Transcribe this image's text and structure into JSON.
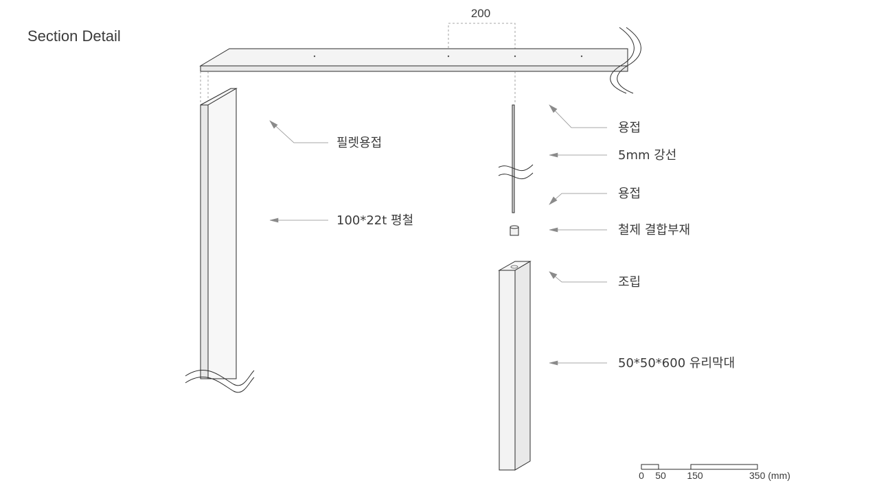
{
  "title": "Section Detail",
  "dimension": {
    "value": "200"
  },
  "callouts": {
    "fillet_weld": "필렛용접",
    "flat_bar": "100*22t 평철",
    "weld_top": "용접",
    "steel_wire": "5mm 강선",
    "weld_bottom": "용접",
    "steel_connector": "철제 결합부재",
    "assembly": "조립",
    "glass_rod": "50*50*600 유리막대"
  },
  "scale_bar": {
    "ticks": [
      "0",
      "50",
      "150",
      "350 (mm)"
    ]
  },
  "colors": {
    "line": "#2a2a2a",
    "leader": "#8a8a8a",
    "face_front": "#f4f4f4",
    "face_side": "#e6e6e6",
    "background": "#ffffff"
  }
}
